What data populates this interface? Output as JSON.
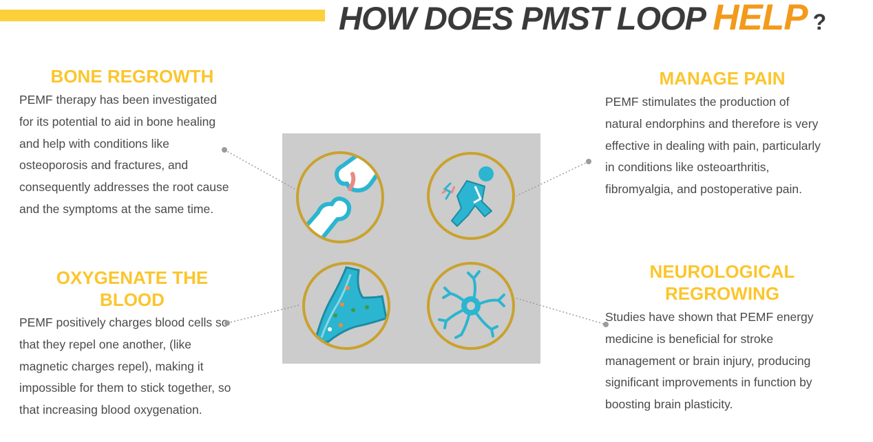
{
  "header": {
    "title_main": "HOW DOES PMST LOOP ",
    "title_accent": "HELP",
    "title_qmark": "?"
  },
  "colors": {
    "accent_yellow": "#fcd03a",
    "accent_orange": "#f39a1b",
    "icon_teal": "#2bb5d0",
    "icon_gold": "#c9a22e",
    "panel_gray": "#cccccc"
  },
  "sections": {
    "bone": {
      "title": "BONE REGROWTH",
      "body": "PEMF therapy has been investigated\nfor its potential to aid in bone healing\nand help with conditions like\nosteoporosis and fractures, and\nconsequently addresses the root cause\nand the symptoms at the same time."
    },
    "pain": {
      "title": "MANAGE PAIN",
      "body": "PEMF stimulates the production of\nnatural endorphins and therefore is very\neffective in dealing with pain, particularly\nin conditions like osteoarthritis,\nfibromyalgia, and postoperative pain."
    },
    "blood": {
      "title": "OXYGENATE THE\nBLOOD",
      "body": "PEMF positively charges blood cells so\nthat they repel one another, (like\nmagnetic charges repel), making it\nimpossible for them to stick together, so\nthat increasing blood oxygenation."
    },
    "neuro": {
      "title": "NEUROLOGICAL\nREGROWING",
      "body": "Studies have shown that PEMF energy\nmedicine is beneficial for stroke\nmanagement or brain injury, producing\nsignificant improvements in function by\nboosting brain plasticity."
    }
  },
  "icons": [
    "bone-joint-icon",
    "pain-person-icon",
    "blood-vessel-icon",
    "neuron-icon"
  ]
}
